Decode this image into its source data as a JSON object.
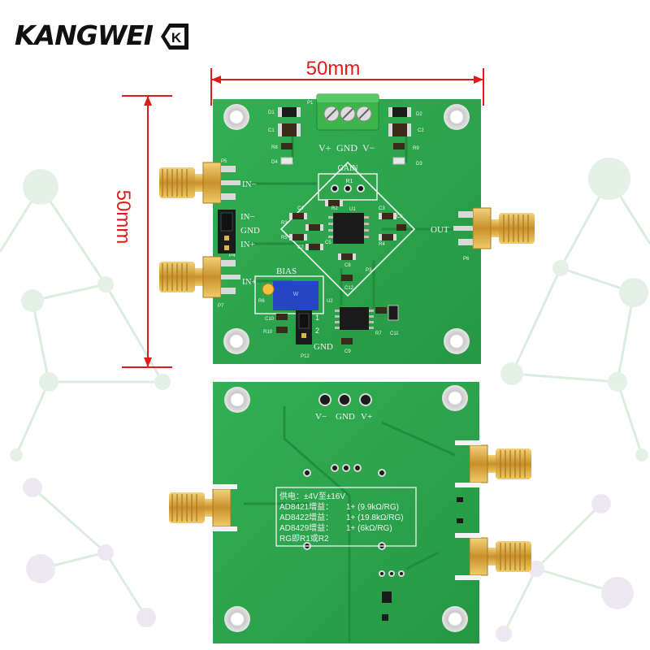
{
  "brand": {
    "logo_text": "KANGWEI",
    "logo_mark": "K"
  },
  "dimensions": {
    "width_label": "50mm",
    "height_label": "50mm"
  },
  "top_board": {
    "terminal_labels": [
      "V+",
      "GND",
      "V−"
    ],
    "input_labels": {
      "in_minus": "IN−",
      "in_plus": "IN+"
    },
    "jumper_labels": [
      "IN−",
      "GND",
      "IN+"
    ],
    "output_label": "OUT",
    "gain_label": "GAIN",
    "bias_label": "BIAS",
    "gnd_label": "GND",
    "component_refs": {
      "d1": "D1",
      "d2": "D2",
      "p1": "P1",
      "c1": "C1",
      "c2": "C2",
      "r8": "R8",
      "r9": "R9",
      "d4": "D4",
      "d3": "D3",
      "p5": "P5",
      "p4": "P4",
      "p7": "P7",
      "p6": "P6",
      "r1": "R1",
      "r2": "R2",
      "r3": "R3",
      "r4": "R4",
      "r5": "R5",
      "c3": "C3",
      "c4": "C4",
      "c5": "C5",
      "c6": "C6",
      "c7": "C7",
      "c8": "C8",
      "u1": "U1",
      "u2": "U2",
      "c9": "C9",
      "c10": "C10",
      "c11": "C11",
      "c12": "C12",
      "r6": "R6",
      "r7": "R7",
      "r10": "R10",
      "p12": "P12",
      "p3": "P3"
    },
    "jumper_pins": [
      "1",
      "2"
    ]
  },
  "bottom_board": {
    "header_labels": [
      "V−",
      "GND",
      "V+"
    ],
    "info_lines": [
      {
        "left": "供电：±4V至±16V",
        "right": ""
      },
      {
        "left": "AD8421增益：",
        "right": "1+ (9.9kΩ/RG)"
      },
      {
        "left": "AD8422增益：",
        "right": "1+ (19.8kΩ/RG)"
      },
      {
        "left": "AD8429增益：",
        "right": "1+ (6kΩ/RG)"
      },
      {
        "left": "RG即R1或R2",
        "right": ""
      }
    ]
  },
  "colors": {
    "pcb": "#2aa14a",
    "pcb_dark": "#1f7f38",
    "silk": "#f2f2f2",
    "gold": "#d9a93c",
    "dimension_red": "#e11b1b",
    "terminal_green": "#3bb54a"
  }
}
